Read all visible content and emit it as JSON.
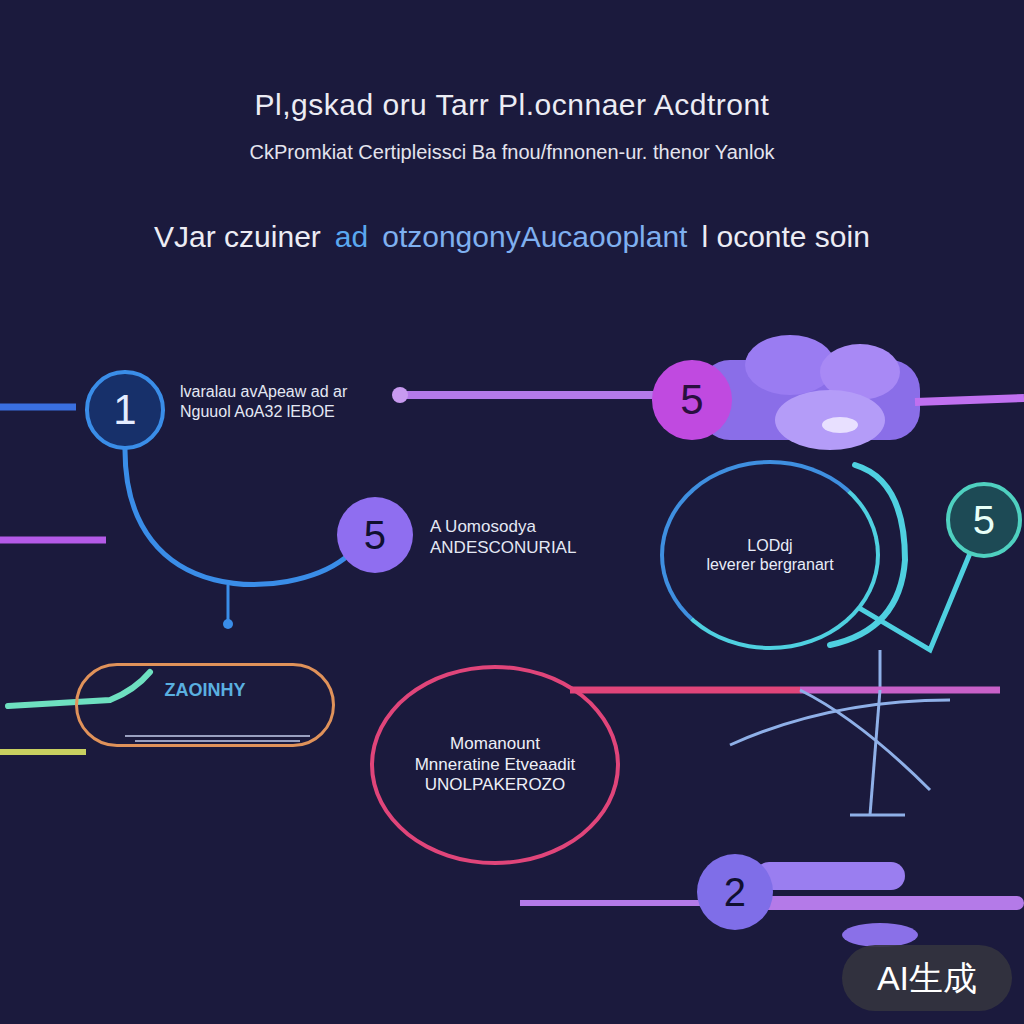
{
  "diagram": {
    "title": "Pl,gskad oru Tarr Pl.ocnnaer Acdtront",
    "nodes": [
      {
        "text": [
          "1"
        ]
      },
      {
        "text": [
          "5"
        ]
      },
      {
        "text": [
          "5"
        ]
      },
      {
        "text": [
          "LODdj",
          "leverer bergranart"
        ]
      },
      {
        "text": [
          "5"
        ]
      },
      {
        "text": [
          "ZAOINHY"
        ]
      },
      {
        "text": [
          "Momanount",
          "Mnneratine Etveaadit",
          "UNOLPAKEROZO"
        ]
      },
      {
        "text": [
          "2"
        ]
      }
    ],
    "edges": [
      {
        "from": 0,
        "to": 2,
        "arrow": "none"
      },
      {
        "from": 4,
        "to": 3,
        "arrow": "none"
      }
    ],
    "labels": [
      "CkPromkiat Certipleissci Ba fnou/fnnonen-ur. thenor Yanlok",
      "VJar czuiner",
      "ad",
      "otzongonyAucaooplant",
      "l oconte soin",
      "lvaralau avApeaw ad ar Nguuol AoA32 lEBOE",
      "A Uomosodya ANDESCONURIAL",
      "AI生成"
    ]
  }
}
